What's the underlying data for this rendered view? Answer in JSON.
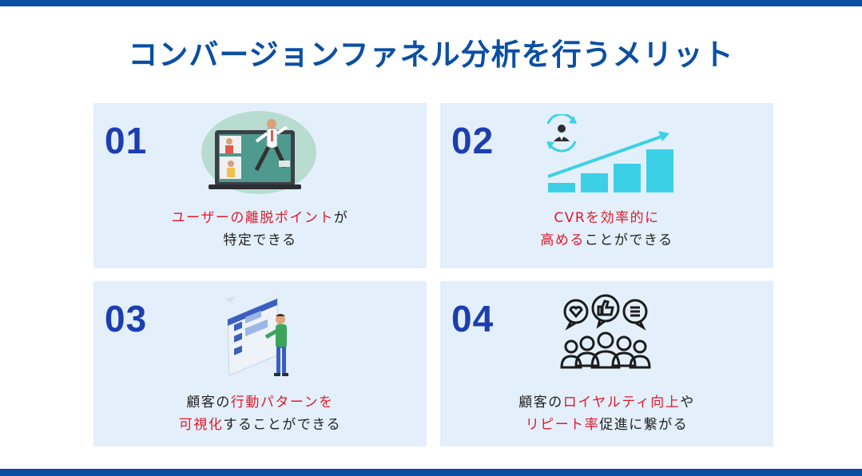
{
  "title": "コンバージョンファネル分析を行うメリット",
  "colors": {
    "brand": "#0b4fa3",
    "number": "#1d3eb0",
    "highlight": "#e0192b",
    "card_bg": "#e3f0fb",
    "chart_cyan": "#3bd0e6"
  },
  "cards": [
    {
      "number": "01",
      "icon": "laptop-video-meeting-illustration",
      "line1": {
        "highlight": "ユーザーの離脱ポイント",
        "rest": "が"
      },
      "line2": {
        "rest": "特定できる"
      }
    },
    {
      "number": "02",
      "icon": "growth-bar-chart-icon",
      "line1": {
        "highlight": "CVRを効率的に"
      },
      "line2": {
        "highlight": "高める",
        "rest": "ことができる"
      }
    },
    {
      "number": "03",
      "icon": "person-dashboard-illustration",
      "line1": {
        "prefix": "顧客の",
        "highlight": "行動パターンを"
      },
      "line2": {
        "highlight": "可視化",
        "rest": "することができる"
      }
    },
    {
      "number": "04",
      "icon": "community-feedback-icon",
      "line1": {
        "prefix": "顧客の",
        "highlight": "ロイヤルティ向上",
        "rest": "や"
      },
      "line2": {
        "highlight": "リピート率",
        "rest": "促進に繋がる"
      }
    }
  ]
}
